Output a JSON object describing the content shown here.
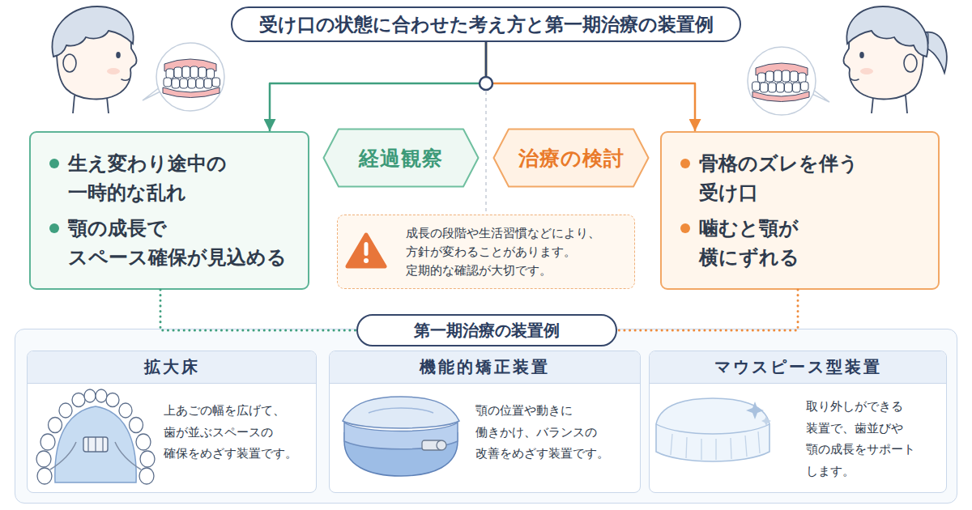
{
  "diagram": {
    "nodes": [
      {
        "text": [
          "受け口の状態に合わせた考え方と第一期治療の装置例"
        ]
      },
      {
        "text": [
          "生え変わり途中の 一時的な乱れ",
          "顎の成長で スペース確保が見込める"
        ]
      },
      {
        "text": [
          "経過観察"
        ]
      },
      {
        "text": [
          "治療の検討"
        ]
      },
      {
        "text": [
          "成長の段階や生活習慣などにより、 方針が変わることがあります。 定期的な確認が大切です。"
        ]
      },
      {
        "text": [
          "骨格のズレを伴う 受け口",
          "噛むと顎が 横にずれる"
        ]
      },
      {
        "text": [
          "第一期治療の装置例"
        ]
      },
      {
        "text": [
          "拡大床",
          "上あごの幅を広げて、 歯が並ぶスペースの 確保をめざす装置です。"
        ],
        "in": 6
      },
      {
        "text": [
          "機能的矯正装置",
          "顎の位置や動きに 働きかけ、バランスの 改善をめざす装置です。"
        ],
        "in": 6
      },
      {
        "text": [
          "マウスピース型装置",
          "取り外しができる 装置で、歯並びや 顎の成長をサポート します。"
        ],
        "in": 6
      }
    ],
    "edges": [
      {
        "from": 0,
        "to": 1,
        "arrow": "to"
      },
      {
        "from": 0,
        "to": 5,
        "arrow": "to"
      },
      {
        "from": 1,
        "to": 6,
        "arrow": "none"
      },
      {
        "from": 5,
        "to": 6,
        "arrow": "none"
      }
    ]
  }
}
